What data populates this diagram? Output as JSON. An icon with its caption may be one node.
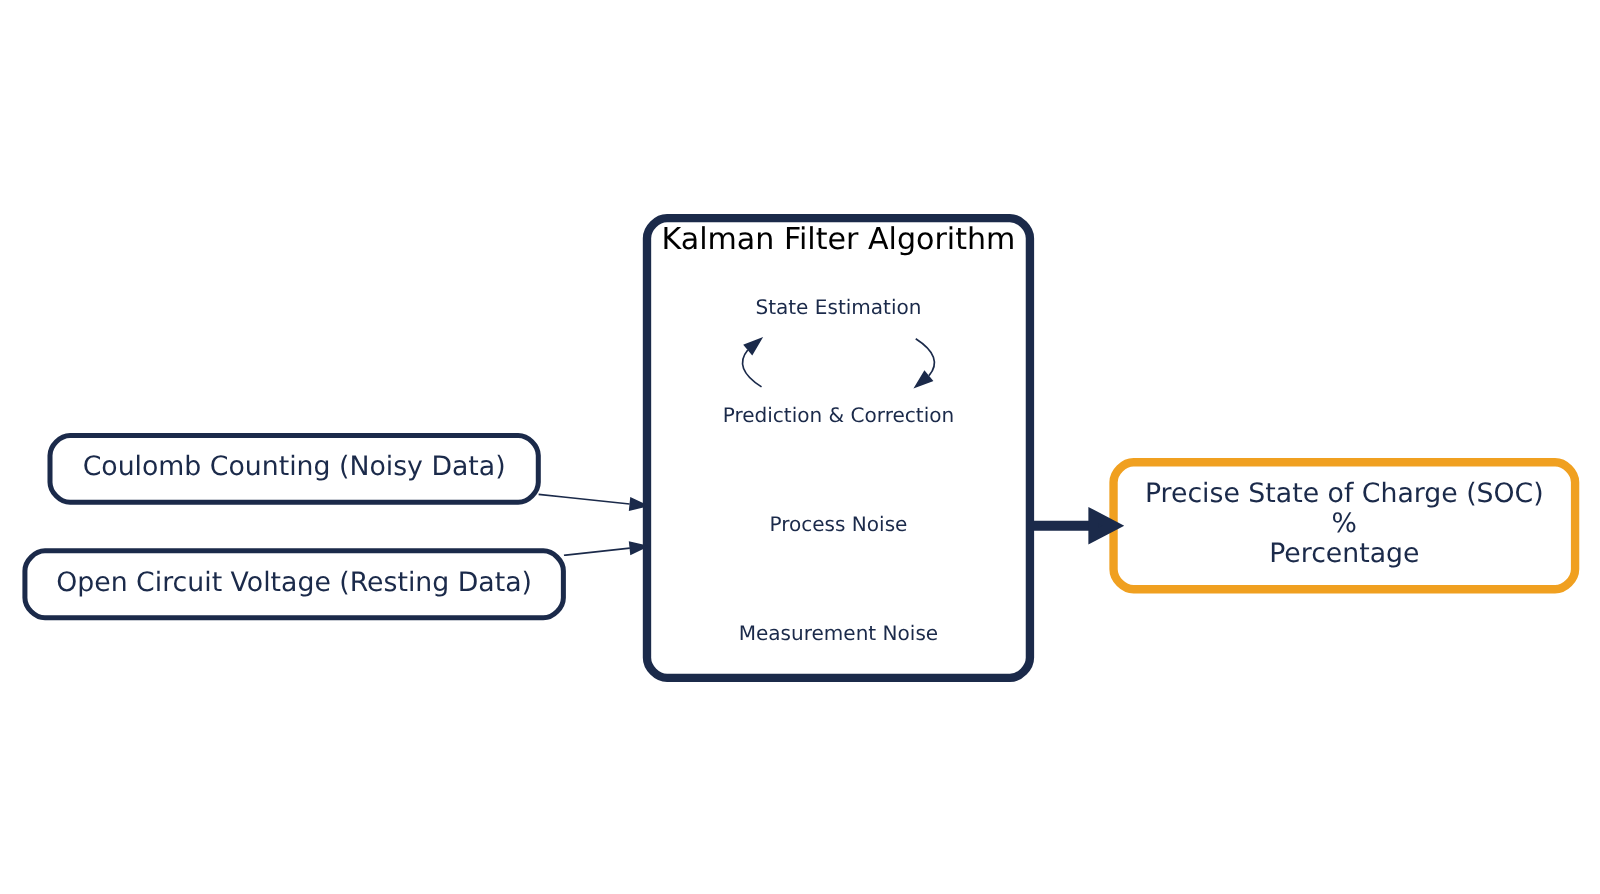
{
  "diagram": {
    "nodes": [
      {
        "text": [
          "Coulomb Counting (Noisy Data)"
        ]
      },
      {
        "text": [
          "Open Circuit Voltage (Resting Data)"
        ]
      },
      {
        "text": [
          "Kalman Filter Algorithm"
        ]
      },
      {
        "text": [
          "State Estimation"
        ],
        "in": 2
      },
      {
        "text": [
          "Prediction & Correction"
        ],
        "in": 2
      },
      {
        "text": [
          "Process Noise"
        ],
        "in": 2
      },
      {
        "text": [
          "Measurement Noise"
        ],
        "in": 2
      },
      {
        "text": [
          "Precise State of Charge (SOC)",
          "%",
          "Percentage"
        ]
      }
    ],
    "edges": [
      {
        "from": 0,
        "to": 2,
        "arrow": "to"
      },
      {
        "from": 1,
        "to": 2,
        "arrow": "to"
      },
      {
        "from": 3,
        "to": 4,
        "arrow": "to"
      },
      {
        "from": 4,
        "to": 3,
        "arrow": "to"
      },
      {
        "from": 2,
        "to": 7,
        "arrow": "to",
        "style": "thick"
      }
    ]
  }
}
